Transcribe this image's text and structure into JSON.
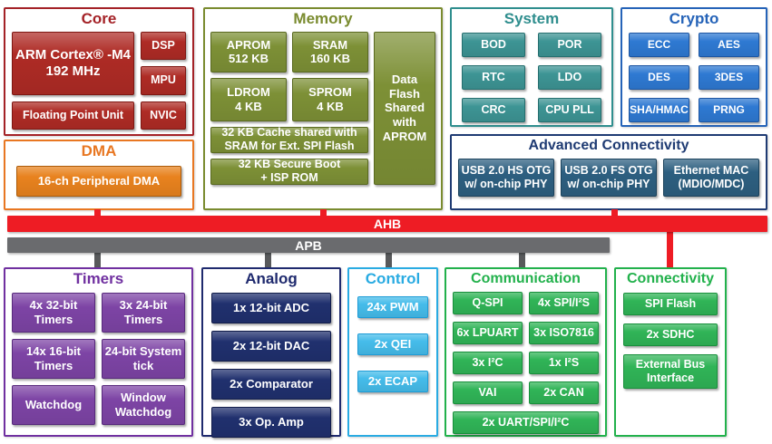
{
  "palette": {
    "core_red": "#AE2B25",
    "dma_orange": "#E8821E",
    "memory_olive": "#7D9036",
    "system_teal": "#3D9494",
    "crypto_blue": "#2E79D2",
    "adv_steel": "#2D5F80",
    "timers_purple": "#7D44A5",
    "analog_navy": "#20306E",
    "control_sky": "#45BCEA",
    "comm_green": "#30B457",
    "ahb_red": "#EE1C24",
    "apb_gray": "#6A6B6E"
  },
  "buses": {
    "ahb": "AHB",
    "apb": "APB"
  },
  "sections": {
    "core": {
      "title": "Core",
      "blocks": {
        "cpu": "ARM Cortex® -M4\n192 MHz",
        "dsp": "DSP",
        "mpu": "MPU",
        "fpu": "Floating Point Unit",
        "nvic": "NVIC"
      }
    },
    "dma": {
      "title": "DMA",
      "blocks": {
        "pdma": "16-ch Peripheral DMA"
      }
    },
    "memory": {
      "title": "Memory",
      "blocks": {
        "aprom": "APROM\n512 KB",
        "sram": "SRAM\n160 KB",
        "ldrom": "LDROM\n4 KB",
        "sprom": "SPROM\n4 KB",
        "cache": "32 KB Cache shared with\nSRAM for Ext. SPI Flash",
        "secure_boot": "32 KB Secure Boot\n+ ISP ROM",
        "data_flash": "Data\nFlash\nShared\nwith\nAPROM"
      }
    },
    "system": {
      "title": "System",
      "blocks": [
        "BOD",
        "POR",
        "RTC",
        "LDO",
        "CRC",
        "CPU PLL"
      ]
    },
    "crypto": {
      "title": "Crypto",
      "blocks": [
        "ECC",
        "AES",
        "DES",
        "3DES",
        "SHA/HMAC",
        "PRNG"
      ]
    },
    "advanced_connectivity": {
      "title": "Advanced Connectivity",
      "blocks": [
        "USB 2.0 HS OTG\nw/ on-chip PHY",
        "USB 2.0 FS OTG\nw/ on-chip PHY",
        "Ethernet MAC\n(MDIO/MDC)"
      ]
    },
    "timers": {
      "title": "Timers",
      "blocks": [
        "4x 32-bit\nTimers",
        "3x 24-bit\nTimers",
        "14x 16-bit\nTimers",
        "24-bit System\ntick",
        "Watchdog",
        "Window\nWatchdog"
      ]
    },
    "analog": {
      "title": "Analog",
      "blocks": [
        "1x 12-bit ADC",
        "2x 12-bit DAC",
        "2x Comparator",
        "3x Op. Amp"
      ]
    },
    "control": {
      "title": "Control",
      "blocks": [
        "24x PWM",
        "2x QEI",
        "2x ECAP"
      ]
    },
    "communication": {
      "title": "Communication",
      "blocks": [
        "Q-SPI",
        "4x SPI/I²S",
        "6x LPUART",
        "3x ISO7816",
        "3x I²C",
        "1x I²S",
        "VAI",
        "2x CAN",
        "2x UART/SPI/I²C"
      ]
    },
    "connectivity": {
      "title": "Connectivity",
      "blocks": [
        "SPI Flash",
        "2x SDHC",
        "External Bus\nInterface"
      ]
    }
  }
}
